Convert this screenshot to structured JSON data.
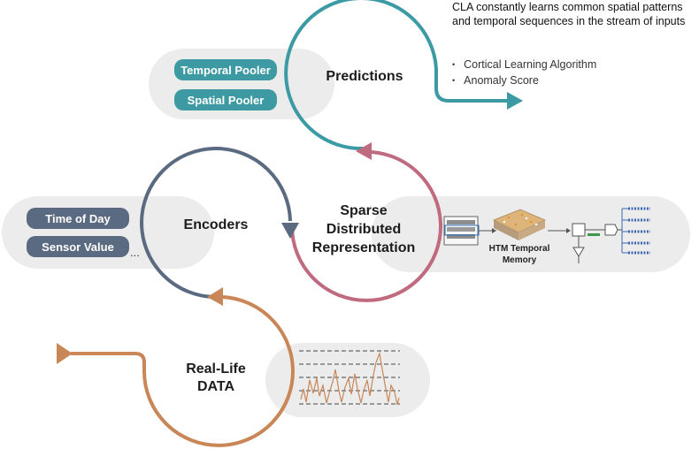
{
  "caption": {
    "line1": "CLA constantly learns common spatial patterns",
    "line2": "and temporal sequences in the stream of inputs"
  },
  "bullets": [
    "Cortical Learning Algorithm",
    "Anomaly Score"
  ],
  "predictions": {
    "label": "Predictions",
    "pills": [
      "Temporal Pooler",
      "Spatial Pooler"
    ]
  },
  "encoders": {
    "label": "Encoders",
    "pills": [
      "Time of Day",
      "Sensor Value"
    ],
    "more": "..."
  },
  "sdr": {
    "label_lines": [
      "Sparse",
      "Distributed",
      "Representation"
    ],
    "htm_line1": "HTM Temporal",
    "htm_line2": "Memory"
  },
  "data": {
    "label_line1": "Real-Life",
    "label_line2": "DATA"
  },
  "colors": {
    "teal": "#3b9aa3",
    "slate": "#5a6a80",
    "rose": "#c06a80",
    "copper": "#c98656",
    "pill_bg": "#ebebeb"
  }
}
